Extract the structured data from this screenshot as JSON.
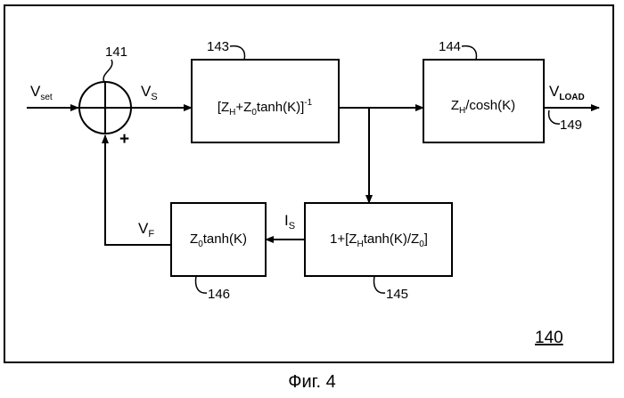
{
  "figure": {
    "number": "140",
    "caption": "Фиг. 4"
  },
  "blocks": {
    "b143": {
      "ref": "143",
      "main": "[Z",
      "sub1": "H",
      "mid": "+Z",
      "sub2": "0",
      "tail": "tanh(K)]",
      "sup": "-1"
    },
    "b144": {
      "ref": "144",
      "main": "Z",
      "sub1": "H",
      "tail": "/cosh(K)"
    },
    "b145": {
      "ref": "145",
      "main": "1+[Z",
      "sub1": "H",
      "mid": "tanh(K)/Z",
      "sub2": "0",
      "tail": "]"
    },
    "b146": {
      "ref": "146",
      "main": "Z",
      "sub1": "0",
      "tail": "tanh(K)"
    }
  },
  "summer": {
    "ref": "141",
    "plus": "+"
  },
  "signals": {
    "vset": {
      "main": "V",
      "sub": "set"
    },
    "vs": {
      "main": "V",
      "sub": "S"
    },
    "vload": {
      "main": "V",
      "sub": "LOAD",
      "ref": "149"
    },
    "is": {
      "main": "I",
      "sub": "S"
    },
    "vf": {
      "main": "V",
      "sub": "F"
    }
  }
}
